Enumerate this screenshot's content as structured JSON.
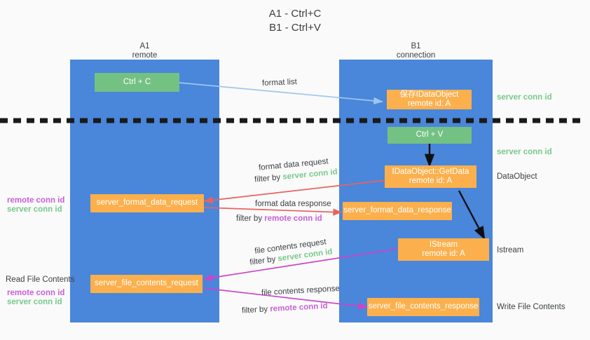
{
  "title": {
    "line1": "A1 - Ctrl+C",
    "line2": "B1 - Ctrl+V"
  },
  "lanes": [
    {
      "id": "a1",
      "name": "A1",
      "sub": "remote"
    },
    {
      "id": "b1",
      "name": "B1",
      "sub": "connection"
    }
  ],
  "nodes": {
    "ctrl_c": {
      "label": "Ctrl + C"
    },
    "save_idataobject": {
      "line1": "保存IDataObject",
      "line2": "remote id: A"
    },
    "ctrl_v": {
      "label": "Ctrl + V"
    },
    "getdata": {
      "line1": "IDataObject::GetData",
      "line2": "remote id: A"
    },
    "istream": {
      "line1": "IStream",
      "line2": "remote id: A"
    },
    "format_data_request": {
      "label": "server_format_data_request"
    },
    "format_data_response": {
      "label": "server_format_data_response"
    },
    "file_contents_request": {
      "label": "server_file_contents_request"
    },
    "file_contents_response": {
      "label": "server_file_contents_response"
    }
  },
  "right_annotations": [
    {
      "id": "server-conn-id-top",
      "text": "server conn id",
      "color": "green"
    },
    {
      "id": "server-conn-id-mid",
      "text": "server conn id",
      "color": "green"
    },
    {
      "id": "dataobject",
      "text": "DataObject",
      "color": "plain"
    },
    {
      "id": "istream",
      "text": "Istream",
      "color": "plain"
    },
    {
      "id": "write-file-contents",
      "text": "Write File Contents",
      "color": "plain"
    }
  ],
  "left_annotations": [
    {
      "id": "fmt-remote",
      "text": "remote conn id",
      "color": "purple"
    },
    {
      "id": "fmt-server",
      "text": "server conn id",
      "color": "green"
    },
    {
      "id": "read-file-contents",
      "text": "Read File Contents",
      "color": "plain"
    },
    {
      "id": "file-remote",
      "text": "remote conn id",
      "color": "purple"
    },
    {
      "id": "file-server",
      "text": "server conn id",
      "color": "green"
    }
  ],
  "edge_labels": {
    "format_list": {
      "text": "format list"
    },
    "format_data_request": {
      "text": "format data request"
    },
    "format_data_request_filter": {
      "prefix": "filter by ",
      "key": "server conn id",
      "key_color": "green"
    },
    "format_data_response": {
      "text": "format data response"
    },
    "format_data_response_filter": {
      "prefix": "filter by ",
      "key": "remote conn id",
      "key_color": "purple"
    },
    "file_contents_request": {
      "text": "file contents request"
    },
    "file_contents_request_filter": {
      "prefix": "filter by ",
      "key": "server conn id",
      "key_color": "green"
    },
    "file_contents_response": {
      "text": "file contents response"
    },
    "file_contents_response_filter": {
      "prefix": "filter by ",
      "key": "remote conn id",
      "key_color": "purple"
    }
  },
  "colors": {
    "lane": "#4a86da",
    "green_node": "#73c183",
    "orange_node": "#fbb04d",
    "arrow_blue": "#9ec6ef",
    "arrow_red": "#e8635f",
    "arrow_magenta": "#cc44c8",
    "arrow_black": "#101010",
    "divider": "#1a1a1a",
    "background": "#fafafa"
  },
  "divider": {
    "name": "dashed-divider"
  }
}
